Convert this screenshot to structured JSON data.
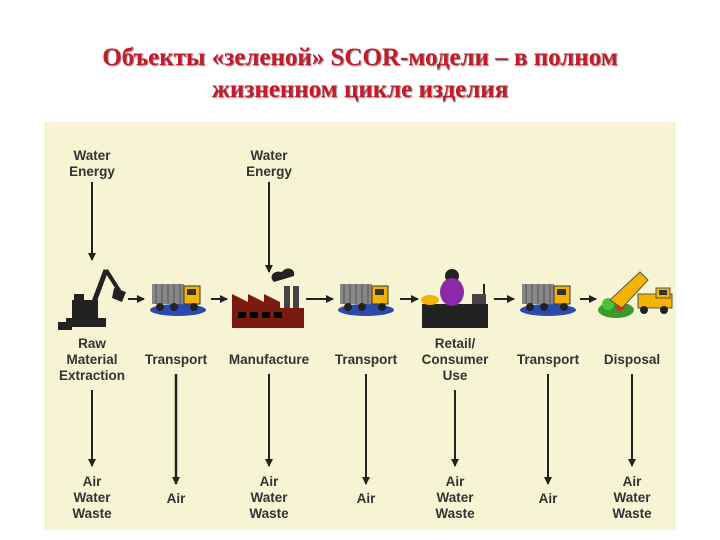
{
  "title": {
    "line1": "Объекты «зеленой» SCOR-модели – в полном",
    "line2": "жизненном цикле изделия"
  },
  "colors": {
    "title": "#c8192b",
    "panel": "#f7f4d4",
    "arrow": "#222222",
    "text": "#333333"
  },
  "inputs": [
    {
      "line1": "Water",
      "line2": "Energy"
    },
    {
      "line1": "Water",
      "line2": "Energy"
    }
  ],
  "stages": [
    {
      "lines": [
        "Raw",
        "Material",
        "Extraction"
      ],
      "icon": "excavator-icon"
    },
    {
      "lines": [
        "Transport"
      ],
      "icon": "truck-icon"
    },
    {
      "lines": [
        "Manufacture"
      ],
      "icon": "factory-icon"
    },
    {
      "lines": [
        "Transport"
      ],
      "icon": "truck-icon"
    },
    {
      "lines": [
        "Retail/",
        "Consumer",
        "Use"
      ],
      "icon": "shopper-icon"
    },
    {
      "lines": [
        "Transport"
      ],
      "icon": "truck-icon"
    },
    {
      "lines": [
        "Disposal"
      ],
      "icon": "dump-truck-icon"
    }
  ],
  "outputs": [
    [
      "Air",
      "Water",
      "Waste"
    ],
    [
      "Air"
    ],
    [
      "Air",
      "Water",
      "Waste"
    ],
    [
      "Air"
    ],
    [
      "Air",
      "Water",
      "Waste"
    ],
    [
      "Air"
    ],
    [
      "Air",
      "Water",
      "Waste"
    ]
  ]
}
